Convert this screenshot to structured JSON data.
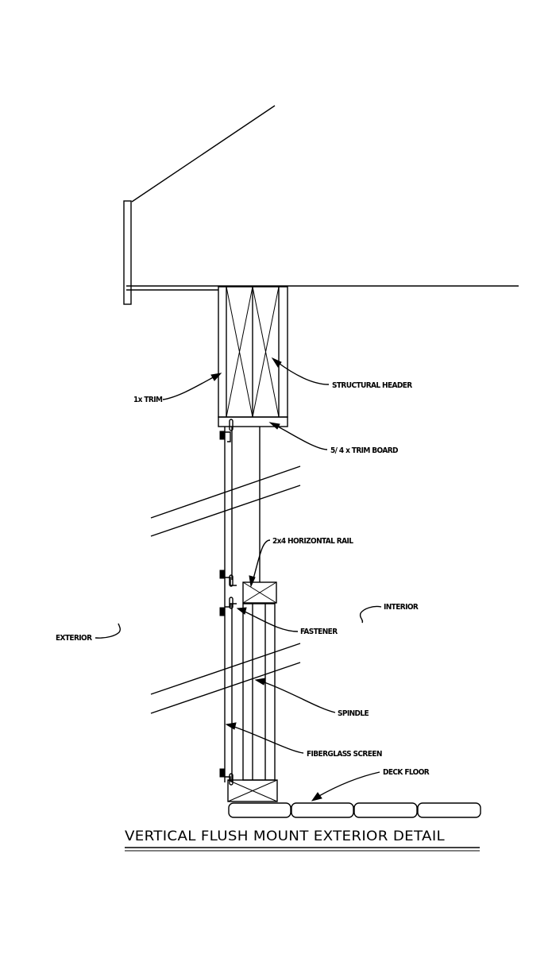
{
  "labels": {
    "trim_1x": "1x TRIM",
    "structural_header": "STRUCTURAL HEADER",
    "trim_board": "5/ 4 x TRIM BOARD",
    "horizontal_rail": "2x4 HORIZONTAL RAIL",
    "interior": "INTERIOR",
    "exterior": "EXTERIOR",
    "fastener": "FASTENER",
    "spindle": "SPINDLE",
    "fiberglass_screen": "FIBERGLASS SCREEN",
    "deck_floor": "DECK FLOOR"
  },
  "title": "VERTICAL FLUSH MOUNT EXTERIOR DETAIL"
}
